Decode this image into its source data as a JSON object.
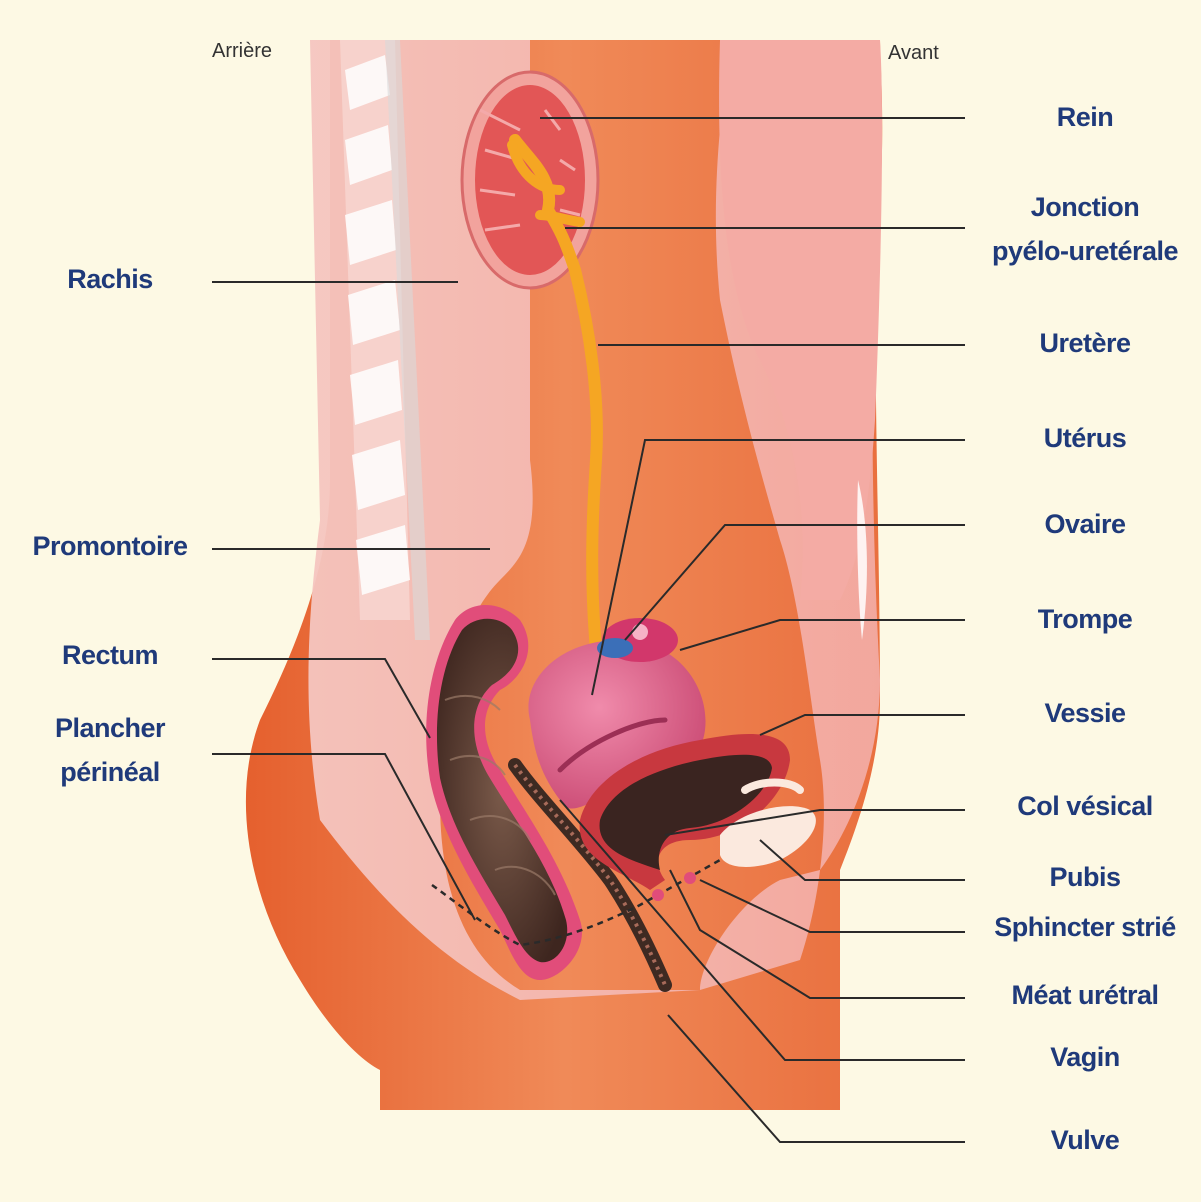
{
  "orientation": {
    "back": "Arrière",
    "front": "Avant"
  },
  "labels": {
    "rein": "Rein",
    "jonction_1": "Jonction",
    "jonction_2": "pyélo-uretérale",
    "uretere": "Uretère",
    "uterus": "Utérus",
    "ovaire": "Ovaire",
    "trompe": "Trompe",
    "vessie": "Vessie",
    "col_vesical": "Col vésical",
    "pubis": "Pubis",
    "sphincter": "Sphincter strié",
    "meat": "Méat urétral",
    "vagin": "Vagin",
    "vulve": "Vulve",
    "rachis": "Rachis",
    "promontoire": "Promontoire",
    "rectum": "Rectum",
    "plancher_1": "Plancher",
    "plancher_2": "périnéal"
  },
  "colors": {
    "background": "#fdf9e4",
    "label_text": "#1f3a7a",
    "skin": "#e8703c",
    "tissue": "#f6b8b0",
    "ureter": "#f5a623",
    "uterus": "#de5d86",
    "bladder": "#c93a4a",
    "rectum": "#5a3a30",
    "leader_line": "#2a2a2a"
  }
}
